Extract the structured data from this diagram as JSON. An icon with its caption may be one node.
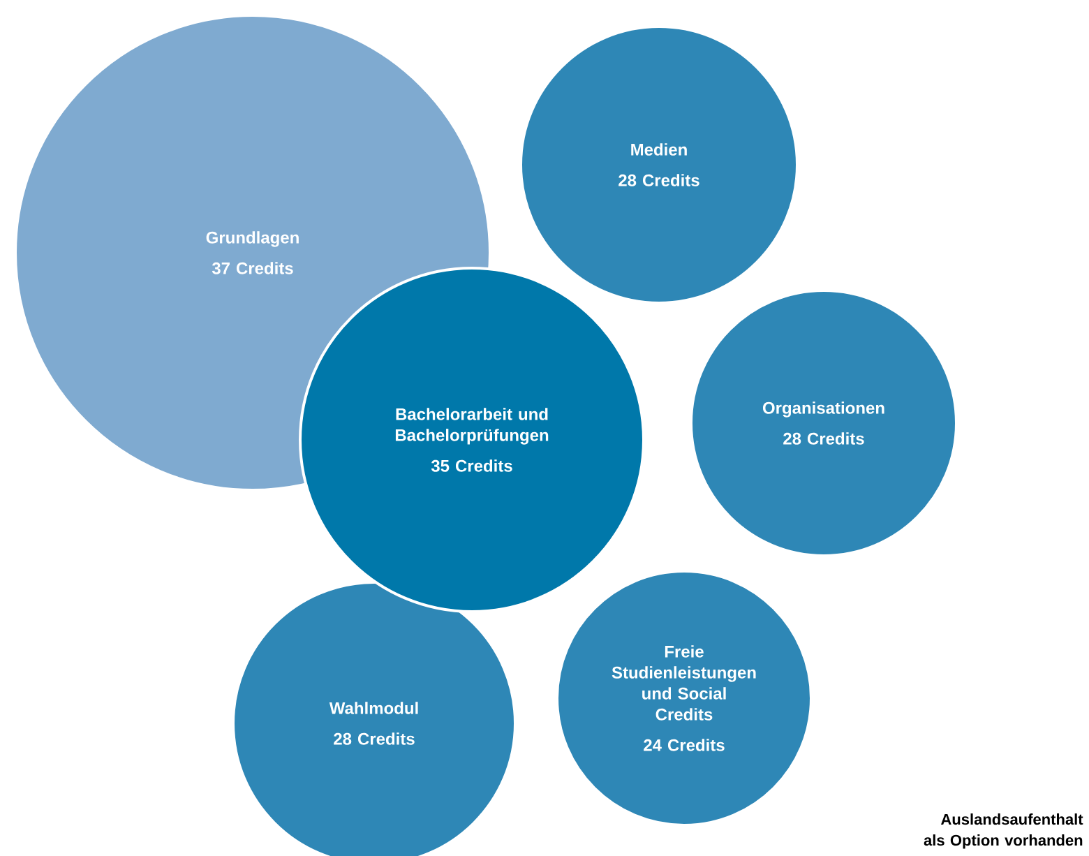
{
  "diagram": {
    "nodes": [
      {
        "text": [
          "Grundlagen",
          "37 Credits"
        ]
      },
      {
        "text": [
          "Medien",
          "28 Credits"
        ]
      },
      {
        "text": [
          "Bachelorarbeit und Bachelorprüfungen",
          "35 Credits"
        ]
      },
      {
        "text": [
          "Organisationen",
          "28 Credits"
        ]
      },
      {
        "text": [
          "Wahlmodul",
          "28 Credits"
        ]
      },
      {
        "text": [
          "Freie Studienleistungen und Social Credits",
          "24 Credits"
        ]
      }
    ],
    "labels": [
      "Auslandsaufenthalt als Option vorhanden"
    ]
  }
}
